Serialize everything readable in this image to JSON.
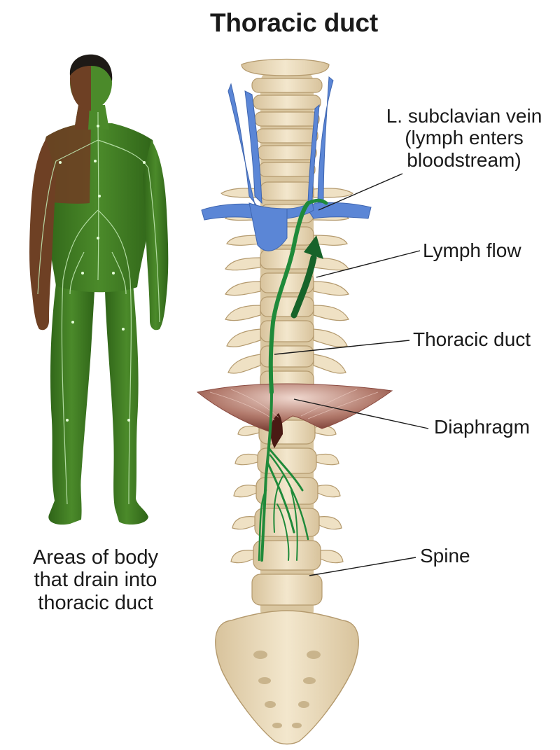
{
  "title": "Thoracic duct",
  "labels": {
    "subclavian_line1": "L. subclavian vein",
    "subclavian_line2": "(lymph enters",
    "subclavian_line3": "bloodstream)",
    "lymph_flow": "Lymph flow",
    "thoracic_duct": "Thoracic duct",
    "diaphragm": "Diaphragm",
    "spine": "Spine",
    "areas_line1": "Areas of body",
    "areas_line2": "that drain into",
    "areas_line3": "thoracic duct"
  },
  "colors": {
    "bone": "#efe1c4",
    "bone_shadow": "#c9b48c",
    "vein": "#5b86d6",
    "lymph": "#1f8a3a",
    "body_green": "#3f7a22",
    "skin": "#7a4a2a",
    "hair": "#1e1a16",
    "diaphragm": "#b47b70"
  }
}
